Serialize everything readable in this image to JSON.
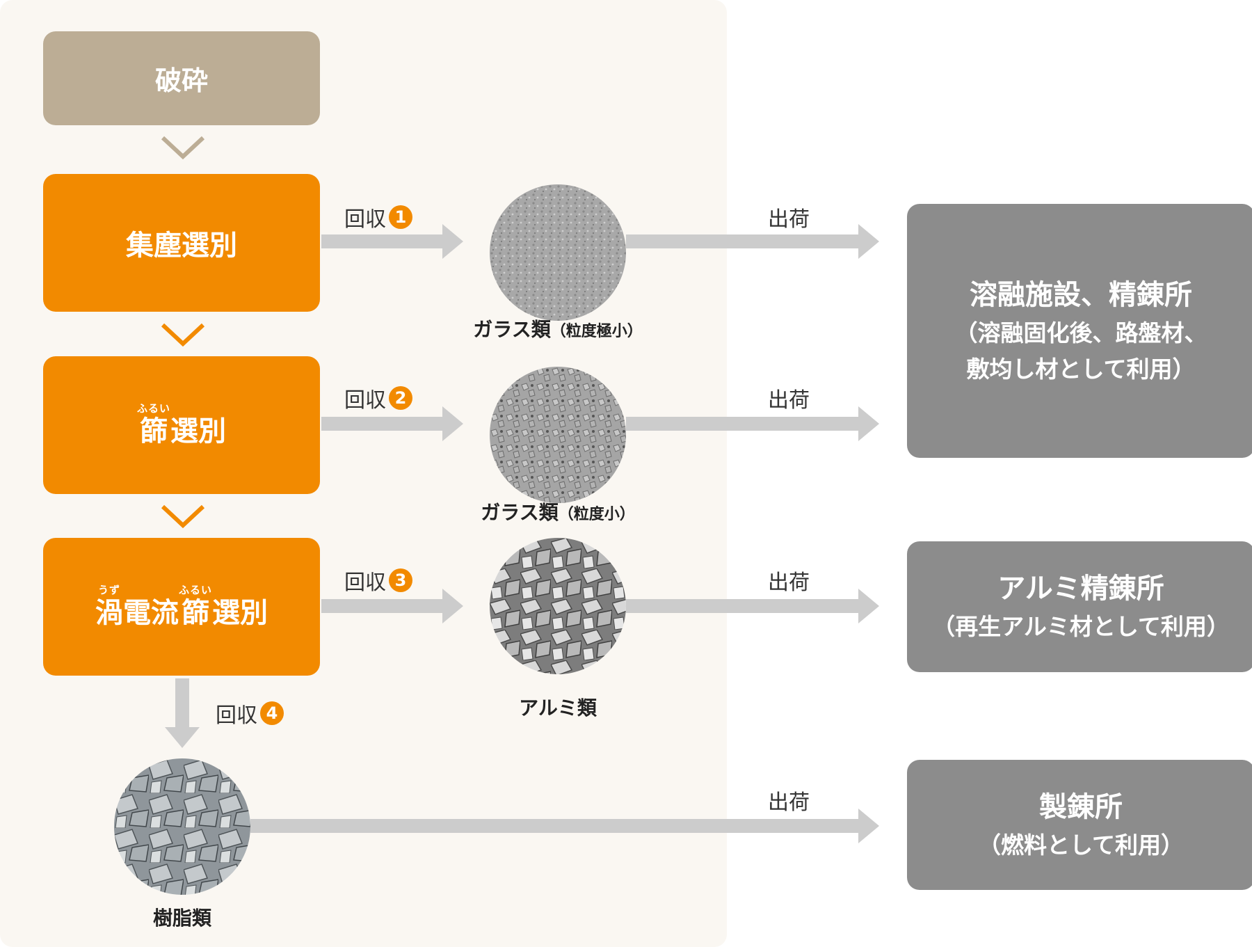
{
  "steps": {
    "crush": "破砕",
    "dust": "集塵選別",
    "sieve": {
      "furigana": "ふるい",
      "kanji": "篩",
      "rest": "選別"
    },
    "eddy": {
      "part1_furigana": "うず",
      "part1_kanji": "渦",
      "part2_kanji": "電流",
      "part3_furigana": "ふるい",
      "part3_kanji": "篩",
      "part4_kanji": "選別"
    }
  },
  "recovery": {
    "label": "回収",
    "items": [
      {
        "num": "1"
      },
      {
        "num": "2"
      },
      {
        "num": "3"
      },
      {
        "num": "4"
      }
    ]
  },
  "shipping_label": "出荷",
  "materials": {
    "glass_tiny": {
      "name": "ガラス類",
      "note": "（粒度極小）"
    },
    "glass_small": {
      "name": "ガラス類",
      "note": "（粒度小）"
    },
    "aluminum": {
      "name": "アルミ類"
    },
    "resin": {
      "name": "樹脂類"
    }
  },
  "destinations": {
    "melt": {
      "title": "溶融施設、精錬所",
      "note_line1": "（溶融固化後、路盤材、",
      "note_line2": "敷均し材として利用）"
    },
    "alu": {
      "title": "アルミ精錬所",
      "note": "（再生アルミ材として利用）"
    },
    "smelter": {
      "title": "製錬所",
      "note": "（燃料として利用）"
    }
  },
  "colors": {
    "orange": "#f28a00",
    "beige": "#bcad95",
    "panel": "#faf7f2",
    "arrow": "#cccccc",
    "dest": "#8c8c8c"
  }
}
